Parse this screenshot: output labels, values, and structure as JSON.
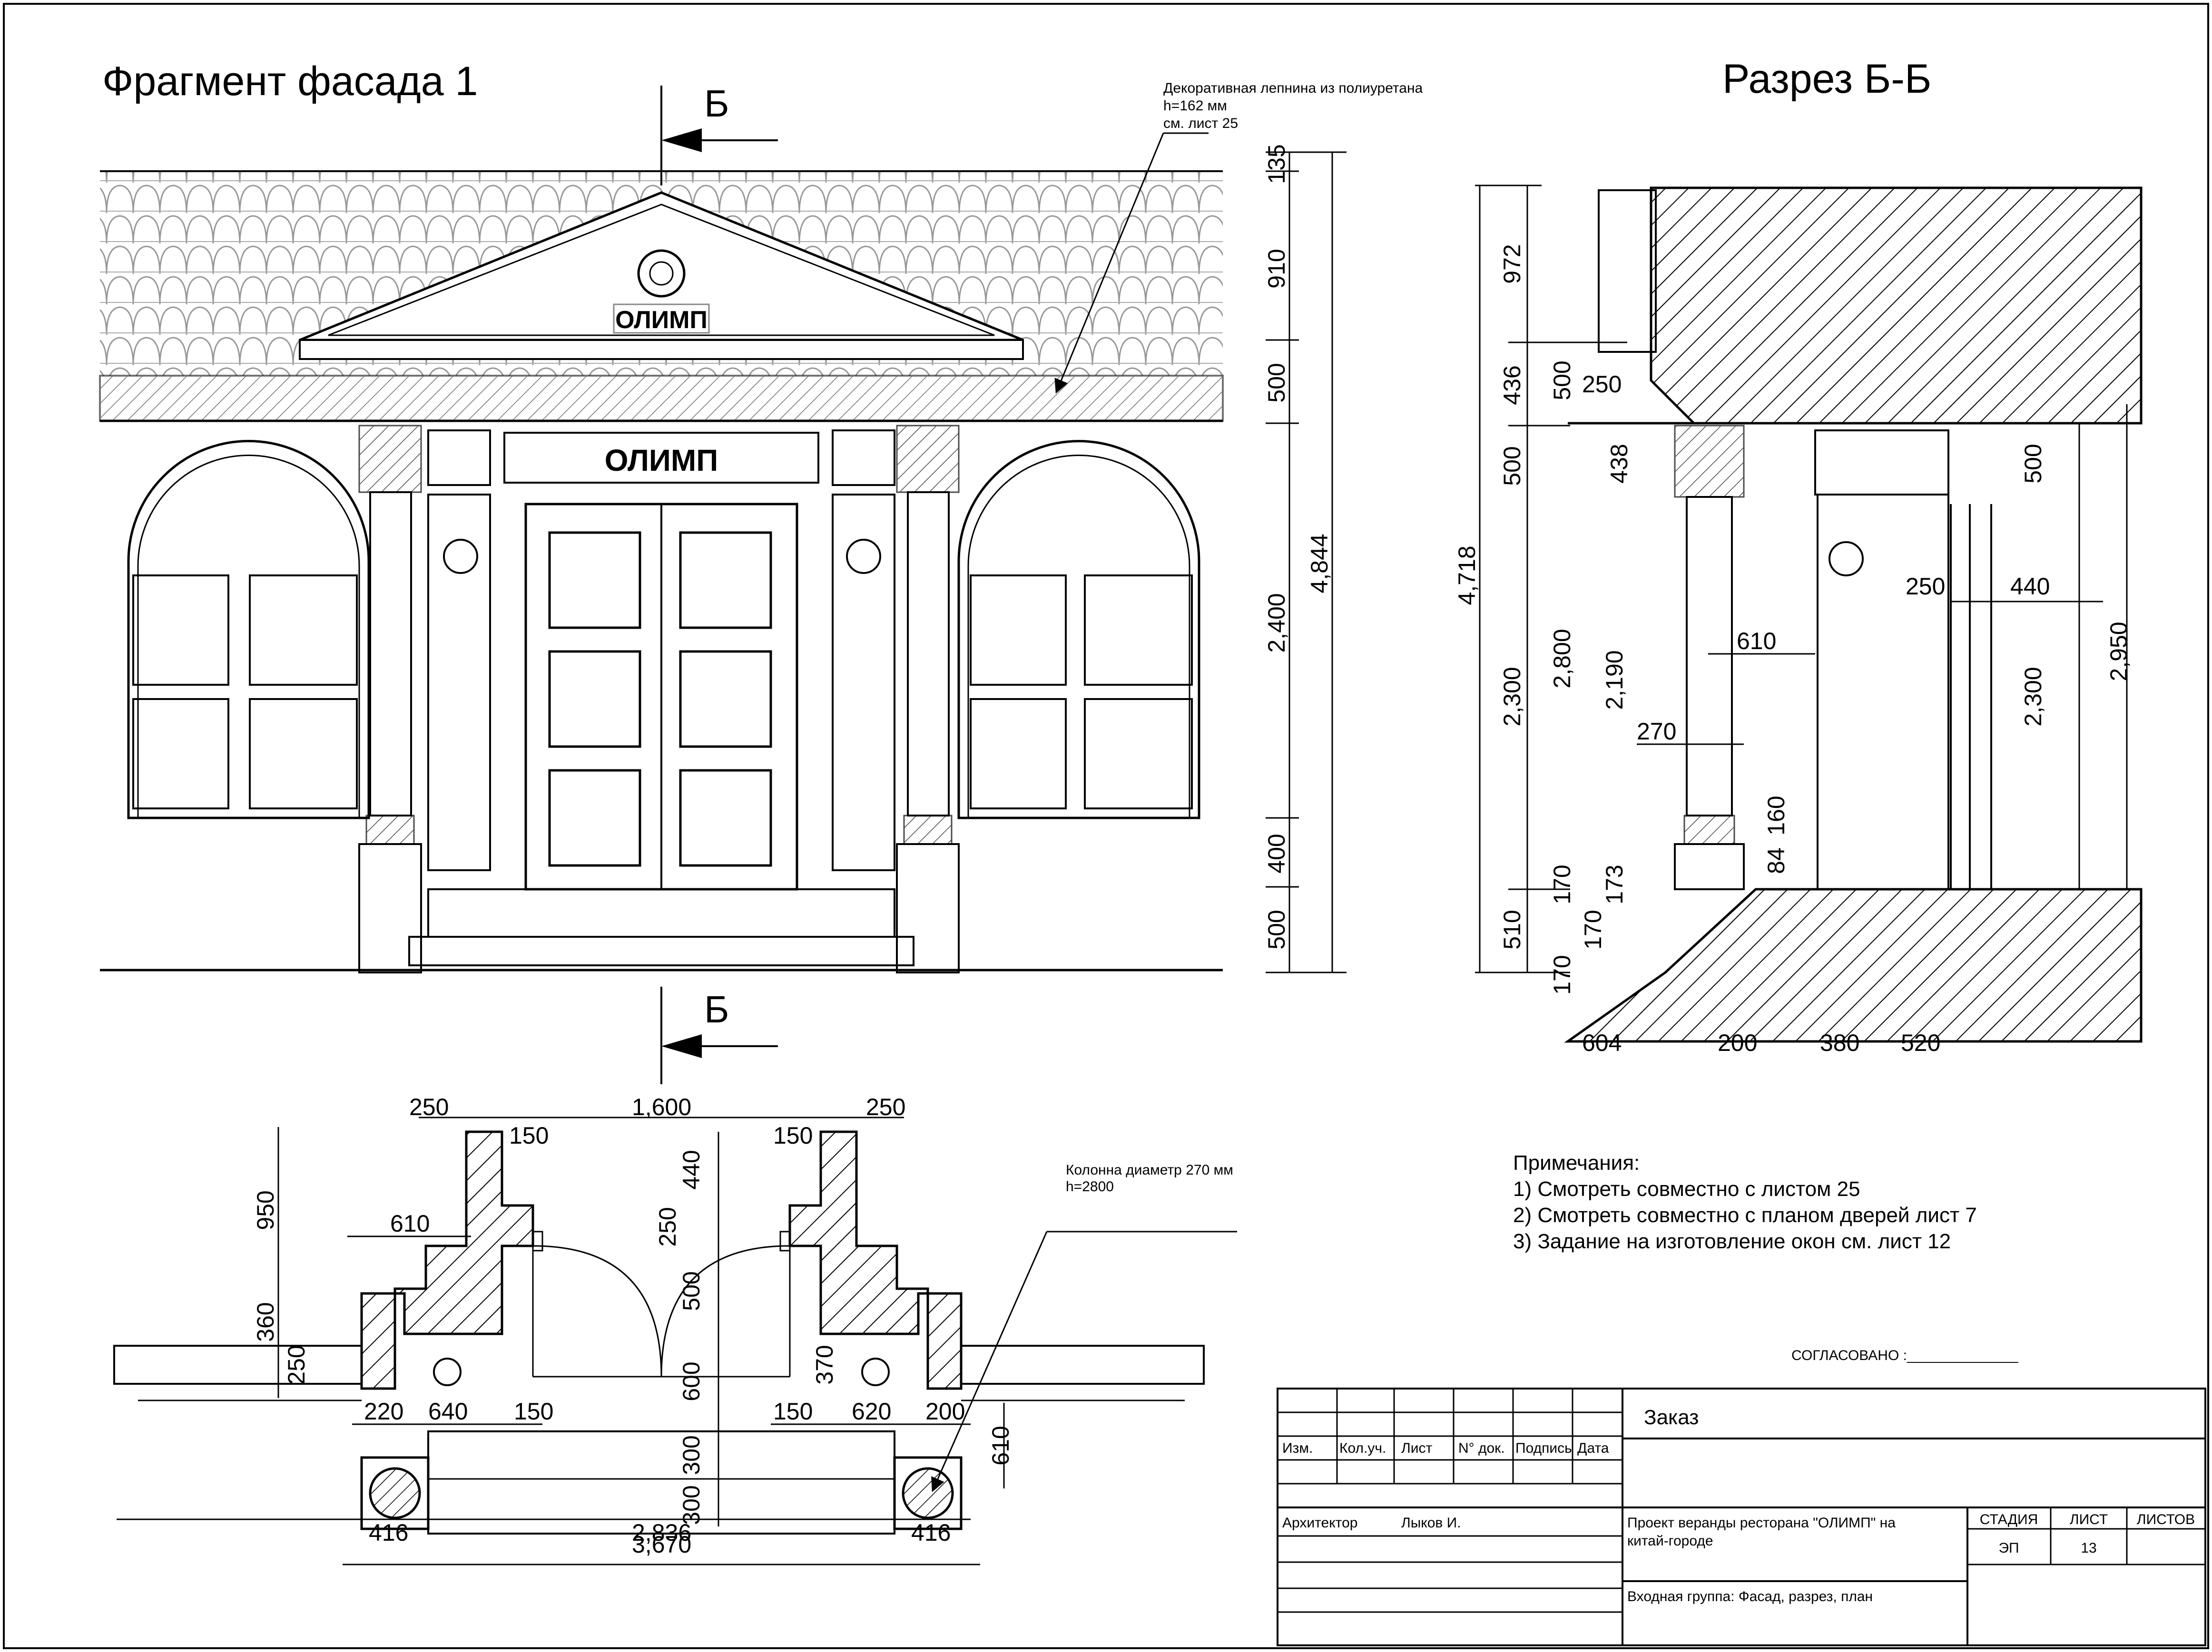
{
  "colors": {
    "ink": "#000000",
    "paper": "#ffffff"
  },
  "facade": {
    "title": "Фрагмент фасада 1",
    "sign_pediment": "ОЛИМП",
    "sign_door": "ОЛИМП",
    "cut_mark_top": "Б",
    "cut_mark_bottom": "Б",
    "callout": [
      "Декоративная лепнина из полиуретана",
      "h=162 мм",
      "см. лист 25"
    ],
    "dims_vertical": [
      "135",
      "910",
      "500",
      "2,400",
      "400",
      "500"
    ],
    "dim_total": "4,844"
  },
  "section": {
    "title": "Разрез Б-Б",
    "dims_outer": [
      "972",
      "436",
      "500",
      "2,300",
      "510",
      "170"
    ],
    "dim_total": "4,718",
    "dims_inner": [
      "500",
      "250",
      "438",
      "2,800",
      "2,190",
      "170",
      "173",
      "170"
    ],
    "dims_column": [
      "610",
      "270",
      "160",
      "84"
    ],
    "dims_right": [
      "500",
      "250",
      "440",
      "2,300",
      "2,950"
    ],
    "dims_bottom": [
      "604",
      "200",
      "380",
      "520"
    ]
  },
  "plan": {
    "callout": [
      "Колонна диаметр 270 мм",
      "h=2800"
    ],
    "dims_top": [
      "250",
      "1,600",
      "250"
    ],
    "dims_wall": [
      "150",
      "150"
    ],
    "dims_left": [
      "950",
      "360",
      "250"
    ],
    "dim_610_left": "610",
    "dims_center": [
      "440",
      "250",
      "500",
      "600",
      "300",
      "300"
    ],
    "dim_370": "370",
    "dims_row_left": [
      "220",
      "640",
      "150"
    ],
    "dims_row_right": [
      "150",
      "620",
      "200"
    ],
    "dim_610_right": "610",
    "dims_bottom": [
      "416",
      "2,836",
      "416"
    ],
    "dim_total": "3,670"
  },
  "notes": {
    "heading": "Примечания:",
    "items": [
      "1) Смотреть совместно с листом 25",
      "2) Смотреть совместно с планом дверей лист 7",
      "3) Задание на изготовление окон см. лист 12"
    ]
  },
  "approval": "СОГЛАСОВАНО :______________",
  "title_block": {
    "order": "Заказ",
    "headers": [
      "Изм.",
      "Кол.уч.",
      "Лист",
      "N° док.",
      "Подпись",
      "Дата"
    ],
    "role": "Архитектор",
    "name": "Лыков И.",
    "project_line1": "Проект веранды ресторана \"ОЛИМП\" на",
    "project_line2": "китай-городе",
    "stage_label": "СТАДИЯ",
    "sheet_label": "ЛИСТ",
    "sheets_label": "ЛИСТОВ",
    "stage": "ЭП",
    "sheet": "13",
    "sheets": "",
    "drawing_title": "Входная группа: Фасад, разрез, план"
  }
}
